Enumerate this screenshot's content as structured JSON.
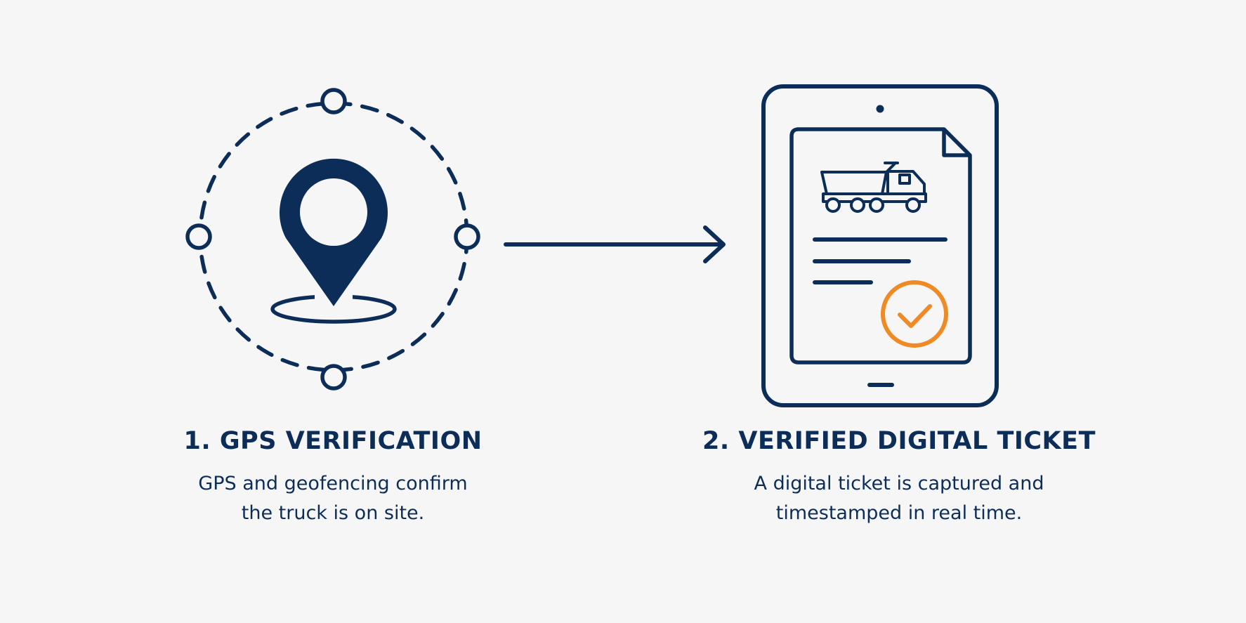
{
  "colors": {
    "background": "#f6f6f6",
    "navy": "#0d2d59",
    "accent_orange": "#f08a24"
  },
  "icons": {
    "step1": [
      "geofence-ring-icon",
      "map-pin-icon"
    ],
    "connector": "arrow-right-icon",
    "step2": [
      "tablet-icon",
      "document-icon",
      "dump-truck-icon",
      "check-circle-icon"
    ]
  },
  "steps": [
    {
      "title": "1. GPS VERIFICATION",
      "description": [
        "GPS and geofencing confirm",
        "the truck is on site."
      ]
    },
    {
      "title": "2. VERIFIED DIGITAL TICKET",
      "description": [
        "A digital ticket is captured and",
        "timestamped in real time."
      ]
    }
  ]
}
